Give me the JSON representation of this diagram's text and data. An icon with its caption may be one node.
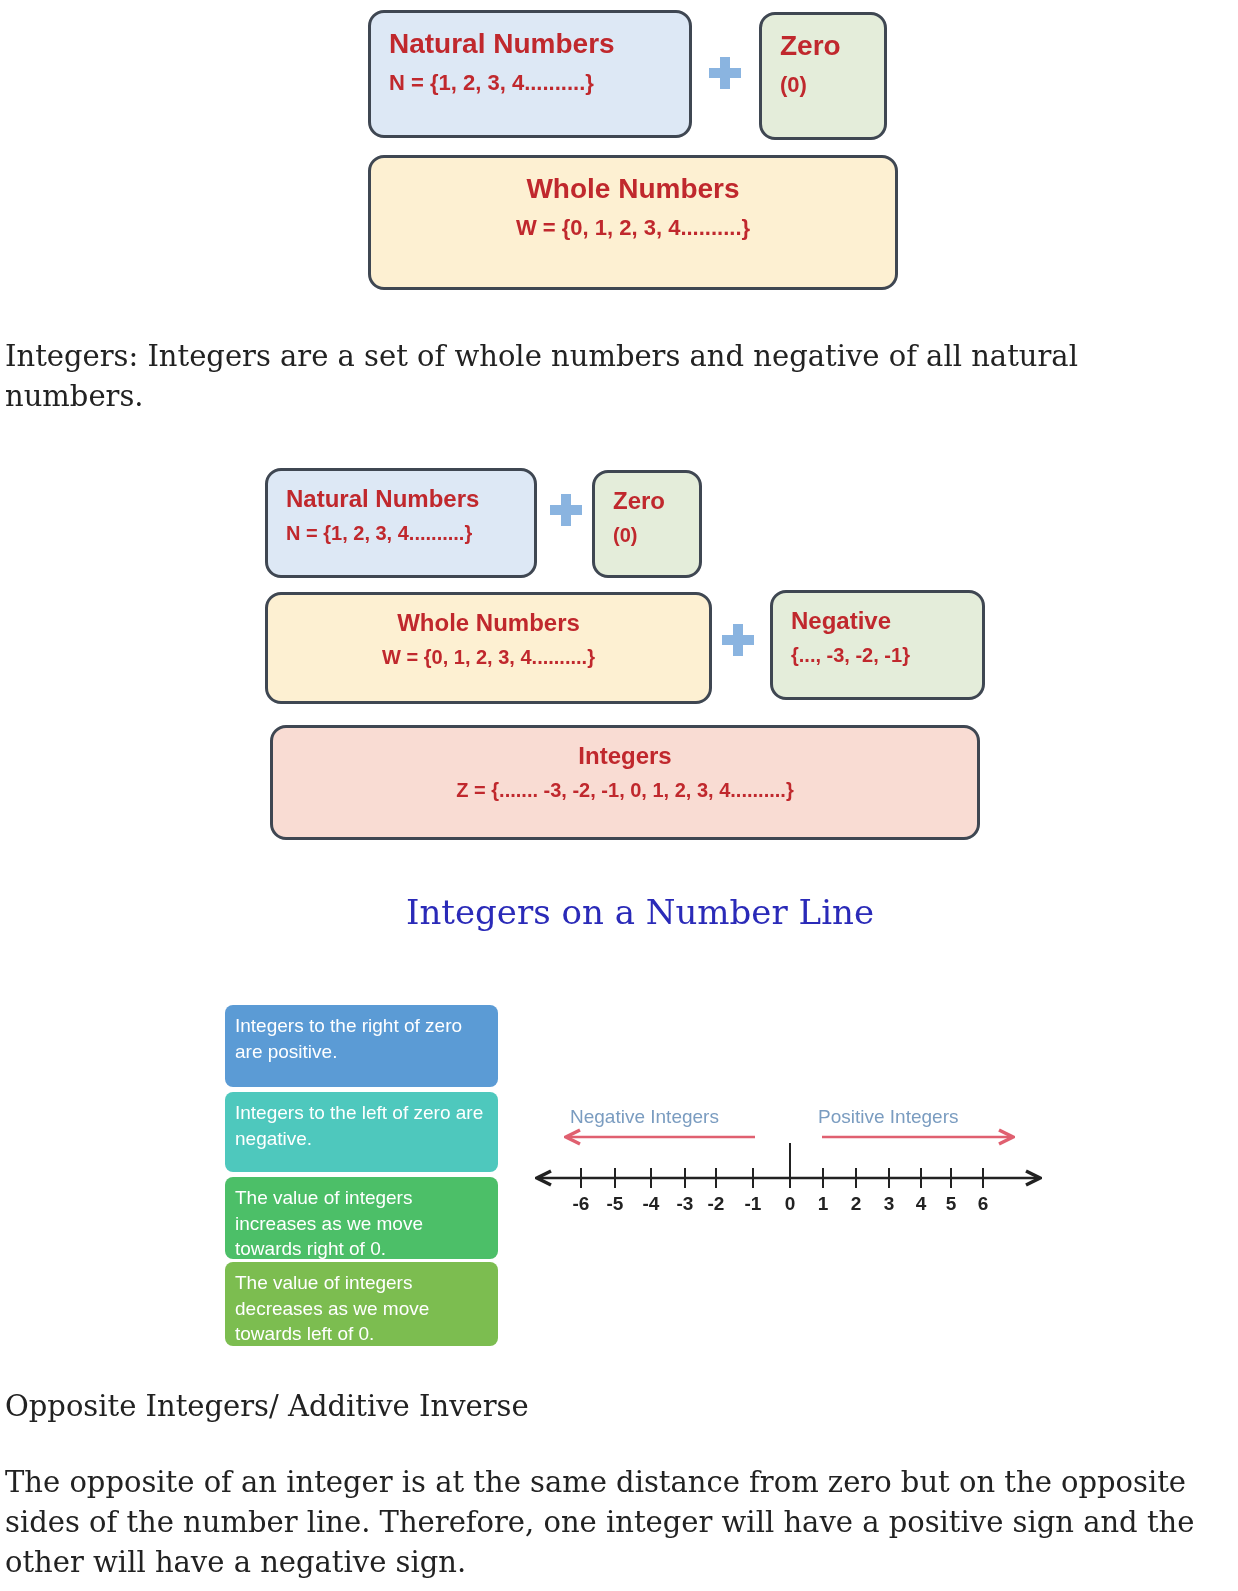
{
  "diagram": {
    "nodes": [
      {
        "text": [
          "Natural Numbers",
          "N = {1, 2, 3, 4..........}"
        ]
      },
      {
        "text": [
          "Zero",
          "(0)"
        ]
      },
      {
        "text": [
          "Whole Numbers",
          "W = {0, 1, 2, 3, 4..........}"
        ]
      },
      {
        "text": [
          "Natural Numbers",
          "N = {1, 2, 3, 4..........}"
        ]
      },
      {
        "text": [
          "Zero",
          "(0)"
        ]
      },
      {
        "text": [
          "Whole Numbers",
          "W = {0, 1, 2, 3, 4..........}"
        ]
      },
      {
        "text": [
          "Negative",
          "{..., -3, -2, -1}"
        ]
      },
      {
        "text": [
          "Integers",
          "Z = {....... -3, -2, -1, 0, 1, 2, 3, 4..........}"
        ]
      },
      {
        "text": [
          "Integers to the right of zero are positive."
        ]
      },
      {
        "text": [
          "Integers to the left of zero are negative."
        ]
      },
      {
        "text": [
          "The value of integers increases as we move towards right of 0."
        ]
      },
      {
        "text": [
          "The value of integers decreases as we move towards left of 0."
        ]
      }
    ],
    "edges": [],
    "labels": [
      "Integers: Integers are a set of whole numbers and negative of all natural numbers.",
      "Integers on a Number Line",
      "Negative Integers",
      "Positive Integers",
      "-6",
      "-5",
      "-4",
      "-3",
      "-2",
      "-1",
      "0",
      "1",
      "2",
      "3",
      "4",
      "5",
      "6",
      "Opposite Integers/ Additive Inverse",
      "The opposite of an integer is at the same distance from zero but on the opposite sides of the number line. Therefore, one integer will have a positive sign and the other will have a negative sign."
    ]
  }
}
